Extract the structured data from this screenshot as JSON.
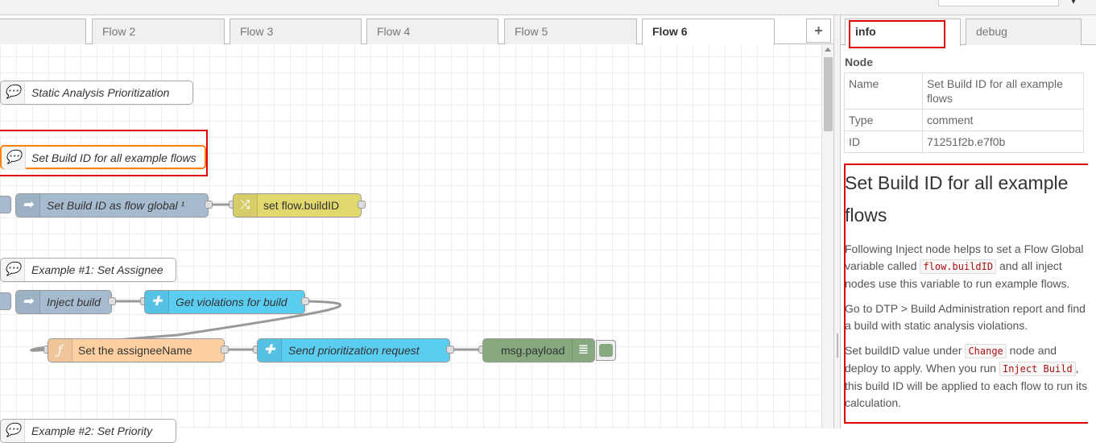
{
  "workspace": {
    "tabs": [
      {
        "label": ""
      },
      {
        "label": "Flow 2"
      },
      {
        "label": "Flow 3"
      },
      {
        "label": "Flow 4"
      },
      {
        "label": "Flow 5"
      },
      {
        "label": "Flow 6",
        "active": true
      }
    ],
    "add_tab_label": "+"
  },
  "flow": {
    "nodes": [
      {
        "id": "n1",
        "type": "comment",
        "label": "Static Analysis Prioritization"
      },
      {
        "id": "n2",
        "type": "comment",
        "label": "Set Build ID for all example flows",
        "selected": true
      },
      {
        "id": "n3",
        "type": "inject",
        "label": "Set Build ID as flow global ¹",
        "color": "#a6bbcf"
      },
      {
        "id": "n4",
        "type": "change",
        "label": "set flow.buildID",
        "color": "#e2d96e"
      },
      {
        "id": "n5",
        "type": "comment",
        "label": "Example #1: Set Assignee"
      },
      {
        "id": "n6",
        "type": "inject",
        "label": "Inject build",
        "color": "#a6bbcf"
      },
      {
        "id": "n7",
        "type": "subflow",
        "label": "Get violations for build",
        "color": "#5bcdf0"
      },
      {
        "id": "n8",
        "type": "function",
        "label": "Set the assigneeName",
        "color": "#fdd0a2"
      },
      {
        "id": "n9",
        "type": "subflow",
        "label": "Send prioritization request",
        "color": "#5bcdf0"
      },
      {
        "id": "n10",
        "type": "debug",
        "label": "msg.payload",
        "color": "#87a980"
      },
      {
        "id": "n11",
        "type": "comment",
        "label": "Example #2: Set Priority"
      }
    ]
  },
  "sidebar": {
    "tabs": [
      {
        "label": "info",
        "active": true
      },
      {
        "label": "debug",
        "active": false
      }
    ],
    "info": {
      "section_title": "Node",
      "properties": [
        {
          "key": "Name",
          "value": "Set Build ID for all example flows"
        },
        {
          "key": "Type",
          "value": "comment"
        },
        {
          "key": "ID",
          "value": "71251f2b.e7f0b"
        }
      ],
      "description": {
        "heading": "Set Build ID for all example flows",
        "p1_a": "Following Inject node helps to set a Flow Global variable called ",
        "p1_code": "flow.buildID",
        "p1_b": " and all inject nodes use this variable to run example flows.",
        "p2": "Go to DTP > Build Administration report and find a build with static analysis violations.",
        "p3_a": "Set buildID value under ",
        "p3_code1": "Change",
        "p3_b": " node and deploy to apply. When you run ",
        "p3_code2": "Inject Build",
        "p3_c": ", this build ID will be applied to each flow to run its calculation."
      }
    }
  }
}
